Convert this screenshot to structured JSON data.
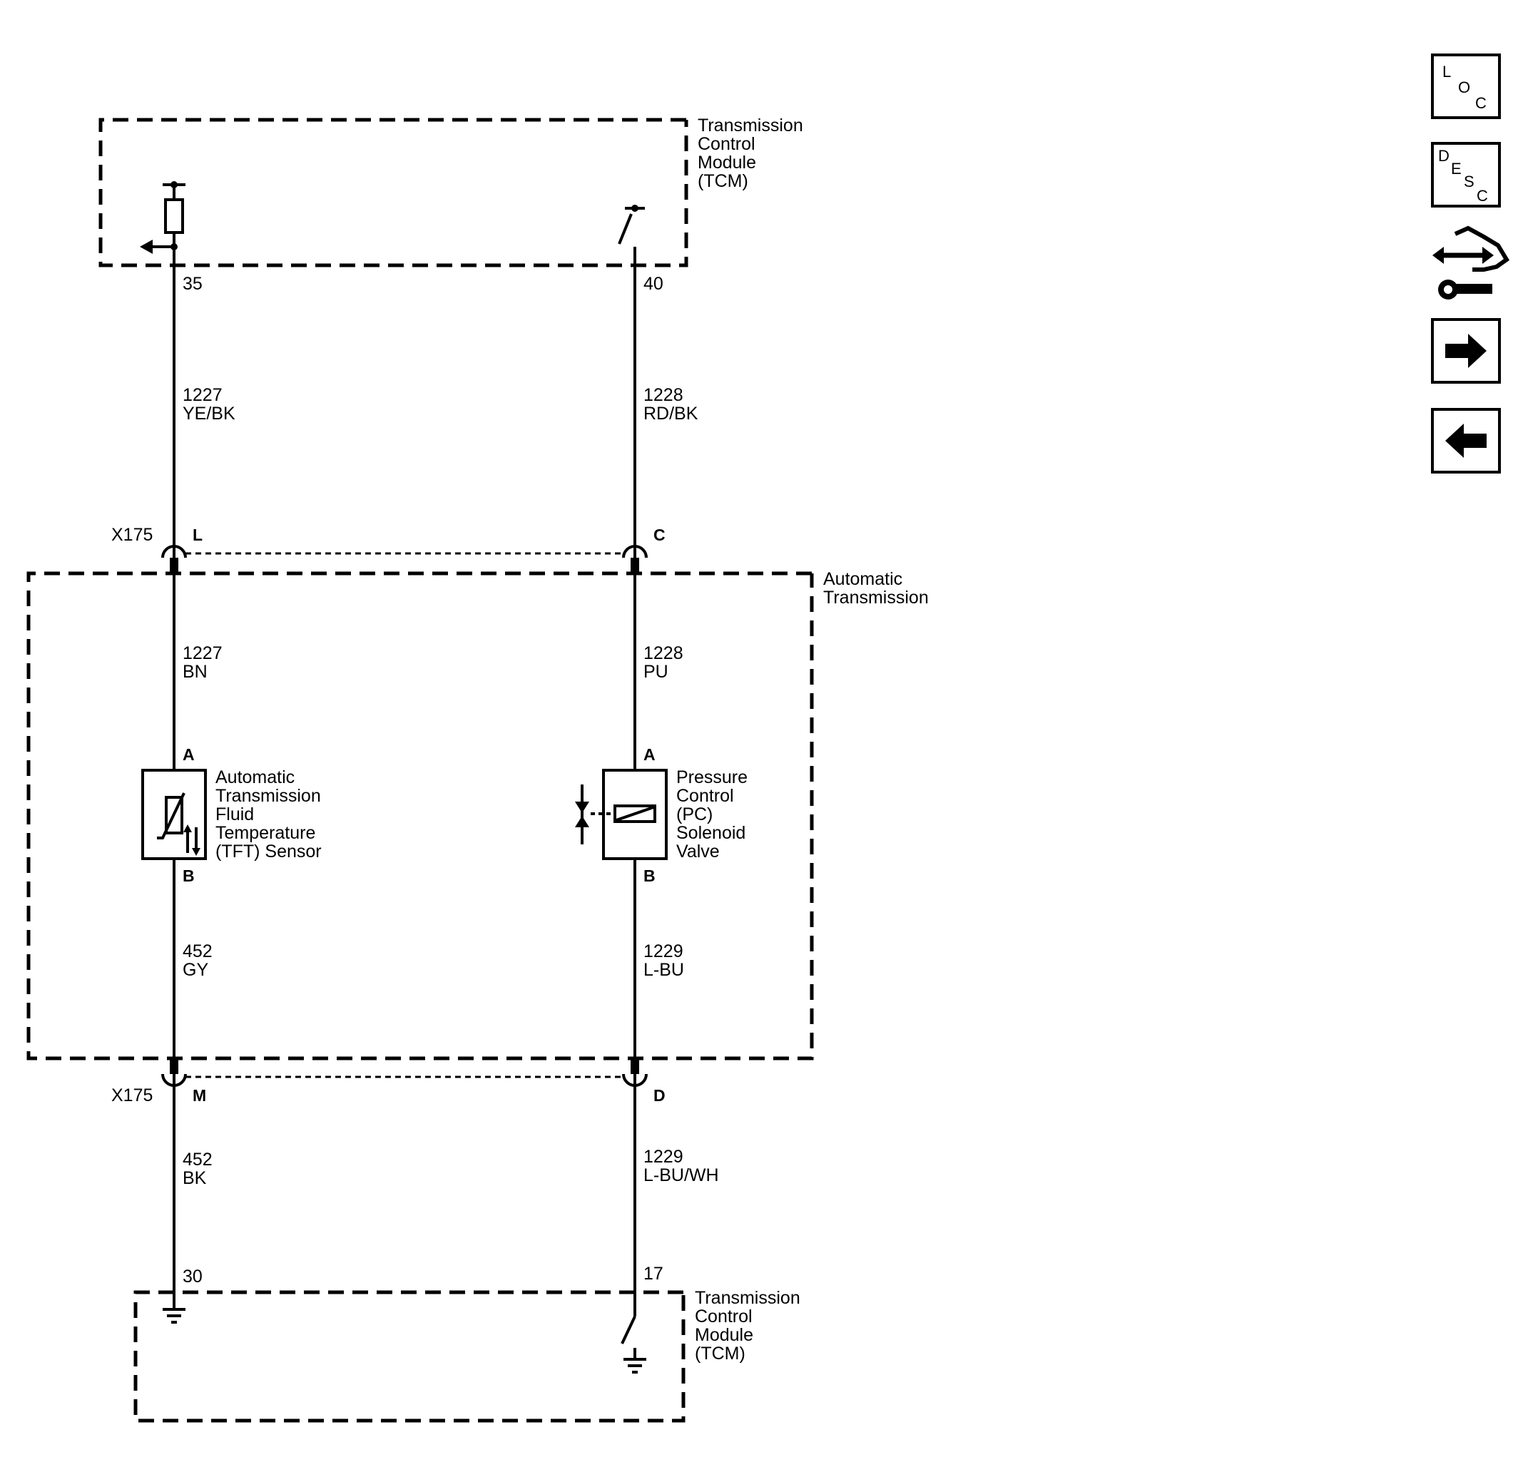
{
  "modules": {
    "tcm_top": [
      "Transmission",
      "Control",
      "Module",
      "(TCM)"
    ],
    "tcm_bottom": [
      "Transmission",
      "Control",
      "Module",
      "(TCM)"
    ],
    "transmission": [
      "Automatic",
      "Transmission"
    ]
  },
  "pins": {
    "tcm_left_top": "35",
    "tcm_right_top": "40",
    "tcm_left_bottom": "30",
    "tcm_right_bottom": "17"
  },
  "wires": {
    "w1_top": {
      "circuit": "1227",
      "color": "YE/BK"
    },
    "w2_top": {
      "circuit": "1228",
      "color": "RD/BK"
    },
    "w1_mid": {
      "circuit": "1227",
      "color": "BN"
    },
    "w2_mid": {
      "circuit": "1228",
      "color": "PU"
    },
    "w1_low": {
      "circuit": "452",
      "color": "GY"
    },
    "w2_low": {
      "circuit": "1229",
      "color": "L-BU"
    },
    "w1_bot": {
      "circuit": "452",
      "color": "BK"
    },
    "w2_bot": {
      "circuit": "1229",
      "color": "L-BU/WH"
    }
  },
  "connectors": {
    "upper": {
      "name": "X175",
      "left_pin": "L",
      "right_pin": "C"
    },
    "lower": {
      "name": "X175",
      "left_pin": "M",
      "right_pin": "D"
    }
  },
  "components": {
    "tft_sensor": {
      "label": [
        "Automatic",
        "Transmission",
        "Fluid",
        "Temperature",
        "(TFT) Sensor"
      ],
      "pin_a": "A",
      "pin_b": "B"
    },
    "pc_solenoid": {
      "label": [
        "Pressure",
        "Control",
        "(PC)",
        "Solenoid",
        "Valve"
      ],
      "pin_a": "A",
      "pin_b": "B"
    }
  },
  "nav": {
    "loc": [
      "L",
      "O",
      "C"
    ],
    "desc": [
      "D",
      "E",
      "S",
      "C"
    ],
    "connector_icon": "connector-pinout-icon",
    "next_icon": "arrow-right-icon",
    "prev_icon": "arrow-left-icon"
  }
}
